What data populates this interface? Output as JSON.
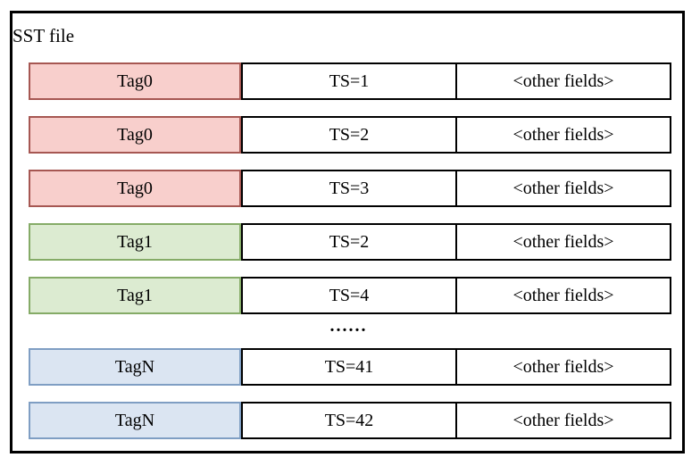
{
  "diagram": {
    "title": "SST file",
    "ellipsis": "......",
    "colors": {
      "red": {
        "fill": "#f8cfcc",
        "border": "#a65752"
      },
      "green": {
        "fill": "#dcebd1",
        "border": "#85ab67"
      },
      "blue": {
        "fill": "#dbe5f2",
        "border": "#7f9ec3"
      }
    },
    "rows": [
      {
        "tag": "Tag0",
        "ts": "TS=1",
        "other": "<other fields>",
        "color": "red"
      },
      {
        "tag": "Tag0",
        "ts": "TS=2",
        "other": "<other fields>",
        "color": "red"
      },
      {
        "tag": "Tag0",
        "ts": "TS=3",
        "other": "<other fields>",
        "color": "red"
      },
      {
        "tag": "Tag1",
        "ts": "TS=2",
        "other": "<other fields>",
        "color": "green"
      },
      {
        "tag": "Tag1",
        "ts": "TS=4",
        "other": "<other fields>",
        "color": "green"
      },
      {
        "tag": "TagN",
        "ts": "TS=41",
        "other": "<other fields>",
        "color": "blue"
      },
      {
        "tag": "TagN",
        "ts": "TS=42",
        "other": "<other fields>",
        "color": "blue"
      }
    ]
  }
}
